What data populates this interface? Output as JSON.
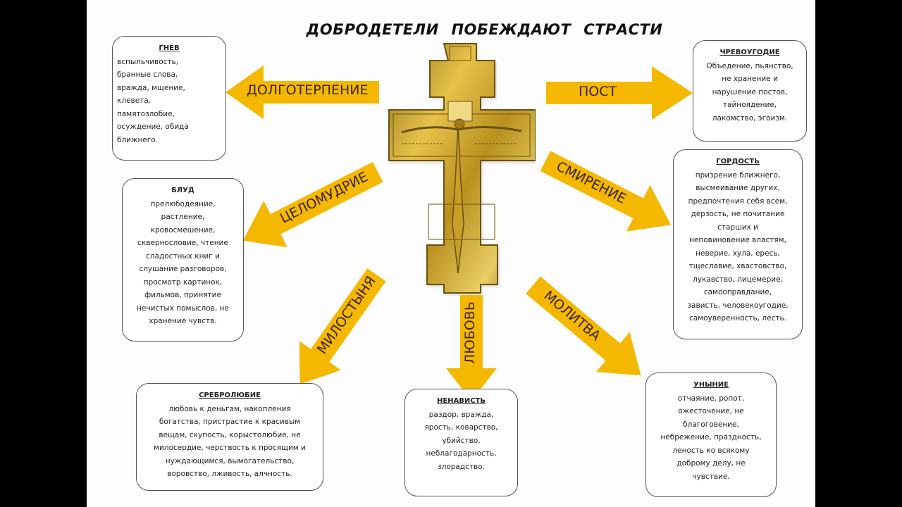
{
  "title": "ДОБРОДЕТЕЛИ  ПОБЕЖДАЮТ  СТРАСТИ",
  "colors": {
    "arrow": "#f5b800",
    "arrow_text": "#3a2310",
    "box_border": "#555555",
    "gold": "#c9a227",
    "background": "#fdfdfd"
  },
  "center": {
    "icon": "orthodox-cross-image"
  },
  "virtues": [
    {
      "id": "dolgoterpenie",
      "label": "ДОЛГОТЕРПЕНИЕ",
      "direction": "left"
    },
    {
      "id": "post",
      "label": "ПОСТ",
      "direction": "right"
    },
    {
      "id": "celomudrie",
      "label": "ЦЕЛОМУДРИЕ",
      "direction": "down-left"
    },
    {
      "id": "smirenie",
      "label": "СМИРЕНИЕ",
      "direction": "down-right"
    },
    {
      "id": "milostynya",
      "label": "МИЛОСТЫНЯ",
      "direction": "down-left"
    },
    {
      "id": "lyubov",
      "label": "ЛЮБОВЬ",
      "direction": "down"
    },
    {
      "id": "molitva",
      "label": "МОЛИТВА",
      "direction": "down-right"
    }
  ],
  "passions": [
    {
      "id": "gnev",
      "heading": "ГНЕВ",
      "text": "вспыльчивость,\nбранные слова,\nвражда, мщение,\nклевета,\nпамятозлобие,\nосуждение, обида\nближнего."
    },
    {
      "id": "chrevougodie",
      "heading": "ЧРЕВОУГОДИЕ",
      "text": "Объедение, пьянство,\nне хранение и\nнарушение постов,\nтайноядение,\nлакомство, эгоизм."
    },
    {
      "id": "blud",
      "heading": "БЛУД",
      "text": "прелюбодеяние,\nрастление,\nкровосмешение,\nсквернословие, чтение\nсладостных книг и\nслушание разговоров,\nпросмотр картинок,\nфильмов, принятие\nнечистых помыслов, не\nхранение чувств."
    },
    {
      "id": "gordost",
      "heading": "ГОРДОСТЬ",
      "text": "призрение ближнего,\nвысмеивание других,\nпредпочтения себя всем,\nдерзость, не почитание\nстарших и\nнеповиновение властям,\nневерие, хула, ересь,\nтщеславие, хвастовство,\nлукавство, лицемерие,\nсамооправдание,\nзависть, человекоугодие,\nсамоуверенность, лесть."
    },
    {
      "id": "srebrolyubie",
      "heading": "СРЕБРОЛЮБИЕ",
      "text": "любовь к деньгам, накопления\nбогатства, пристрастие к красивым\nвещам, скупость, корыстолюбие, не\nмилосердие, черствость к просящим и\nнуждающимся, вымогательство,\nворовство, лживость, алчность."
    },
    {
      "id": "nenavist",
      "heading": "НЕНАВИСТЬ",
      "text": "раздор, вражда,\nярость, коварство,\nубийство,\nнеблагодарность,\nзлорадство."
    },
    {
      "id": "unynie",
      "heading": "УНЫНИЕ",
      "text": "отчаяние, ропот,\nожесточение, не\nблагоговение,\nнебрежение, праздность,\nленость ко всякому\nдоброму делу, не\nчувствие."
    }
  ]
}
